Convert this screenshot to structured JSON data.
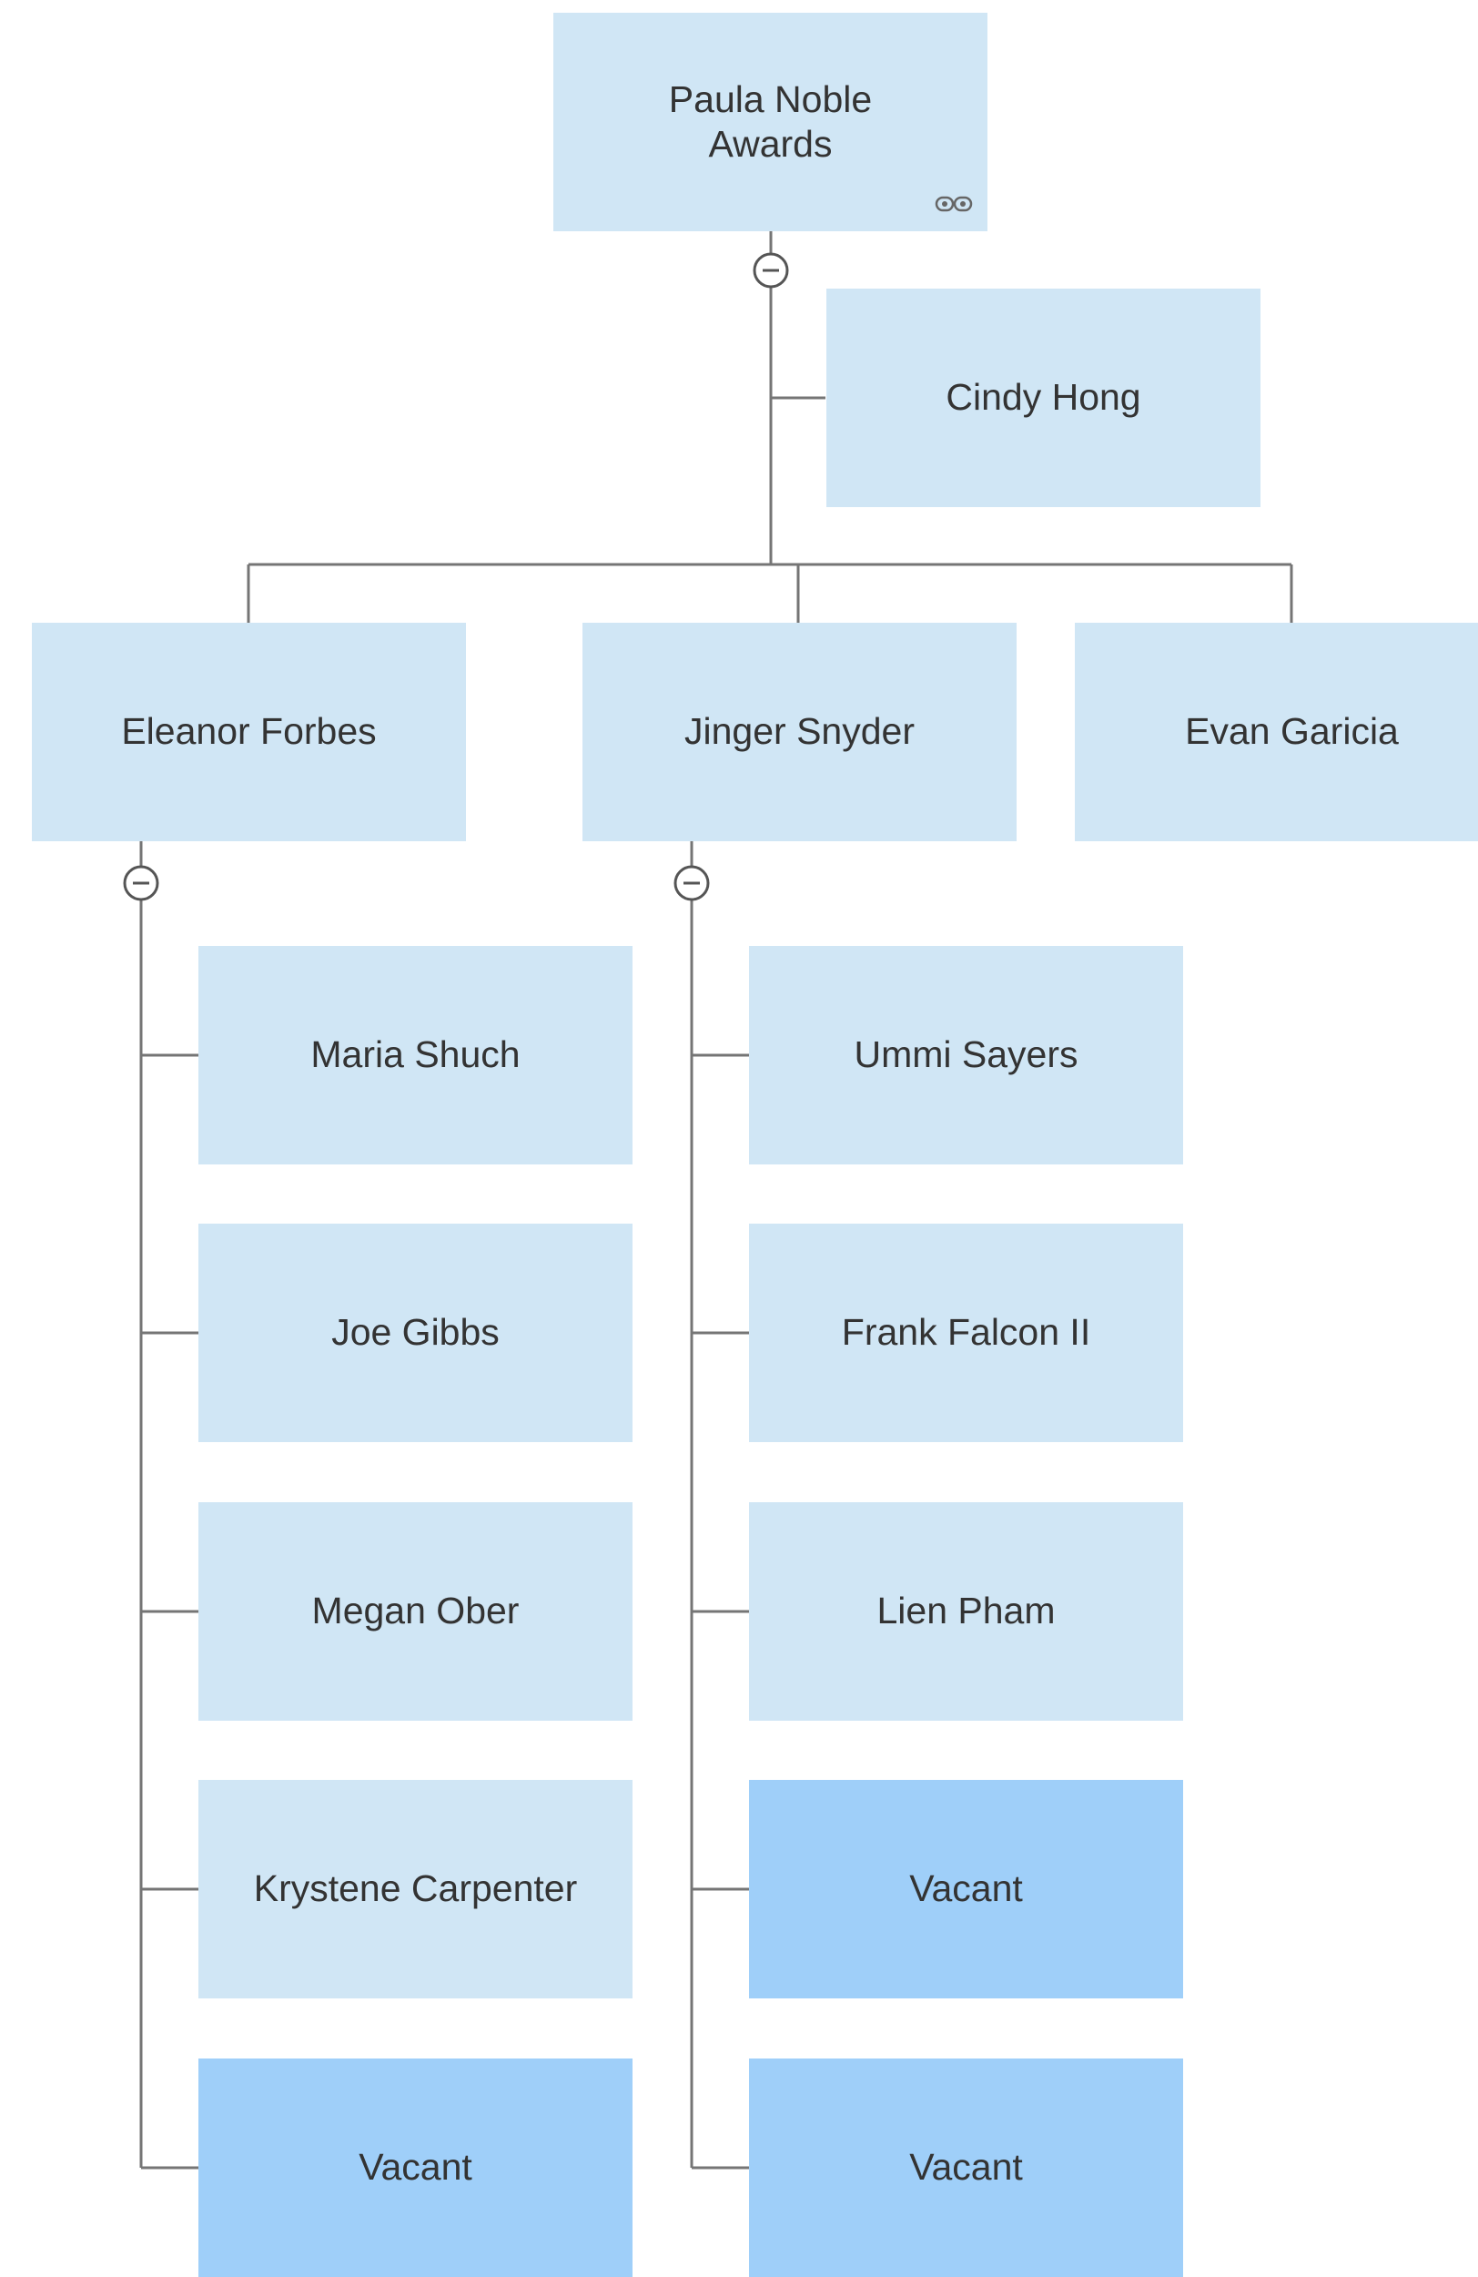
{
  "colors": {
    "node": "#d0e6f5",
    "vacant": "#9fcff9",
    "connector": "#757575",
    "text": "#333333"
  },
  "icons": {
    "root_badge": "link-icon",
    "toggle": "collapse-icon"
  },
  "root": {
    "name": "Paula Noble",
    "subtitle": "Awards"
  },
  "assistant": {
    "name": "Cindy Hong"
  },
  "managers": [
    {
      "name": "Eleanor Forbes",
      "reports": [
        {
          "name": "Maria Shuch",
          "vacant": false
        },
        {
          "name": "Joe Gibbs",
          "vacant": false
        },
        {
          "name": "Megan Ober",
          "vacant": false
        },
        {
          "name": "Krystene Carpenter",
          "vacant": false
        },
        {
          "name": "Vacant",
          "vacant": true
        }
      ]
    },
    {
      "name": "Jinger Snyder",
      "reports": [
        {
          "name": "Ummi Sayers",
          "vacant": false
        },
        {
          "name": "Frank Falcon II",
          "vacant": false
        },
        {
          "name": "Lien Pham",
          "vacant": false
        },
        {
          "name": "Vacant",
          "vacant": true
        },
        {
          "name": "Vacant",
          "vacant": true
        }
      ]
    },
    {
      "name": "Evan Garicia",
      "reports": []
    }
  ]
}
